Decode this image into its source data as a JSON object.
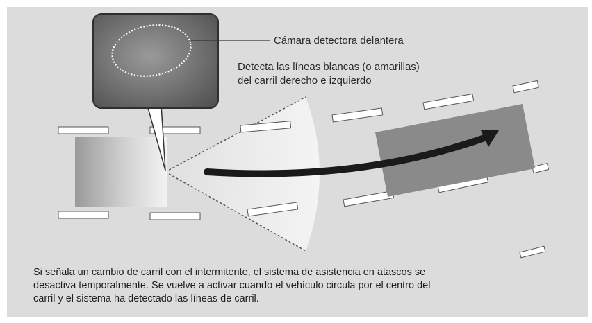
{
  "diagram": {
    "camera_label": "Cámara detectora delantera",
    "detect_label_line1": "Detecta las líneas blancas (o amarillas)",
    "detect_label_line2": "del carril derecho e izquierdo",
    "caption_line1": "Si señala un cambio de carril con el intermitente, el sistema de asistencia en atascos se",
    "caption_line2": "desactiva temporalmente. Se vuelve a activar cuando el vehículo circula por el centro del",
    "caption_line3": "carril y el sistema ha detectado las líneas de carril."
  },
  "colors": {
    "background": "#dcdcdc",
    "callout_box": "#5e5e5e",
    "target_lane_area": "#8a8a8a",
    "arrow": "#1a1a1a",
    "lane_marking": "#ffffff",
    "camera_view": "#ececec"
  },
  "icons": {
    "camera_lens": "dotted-ellipse",
    "lane_change_arrow": "curved-arrow-right"
  }
}
